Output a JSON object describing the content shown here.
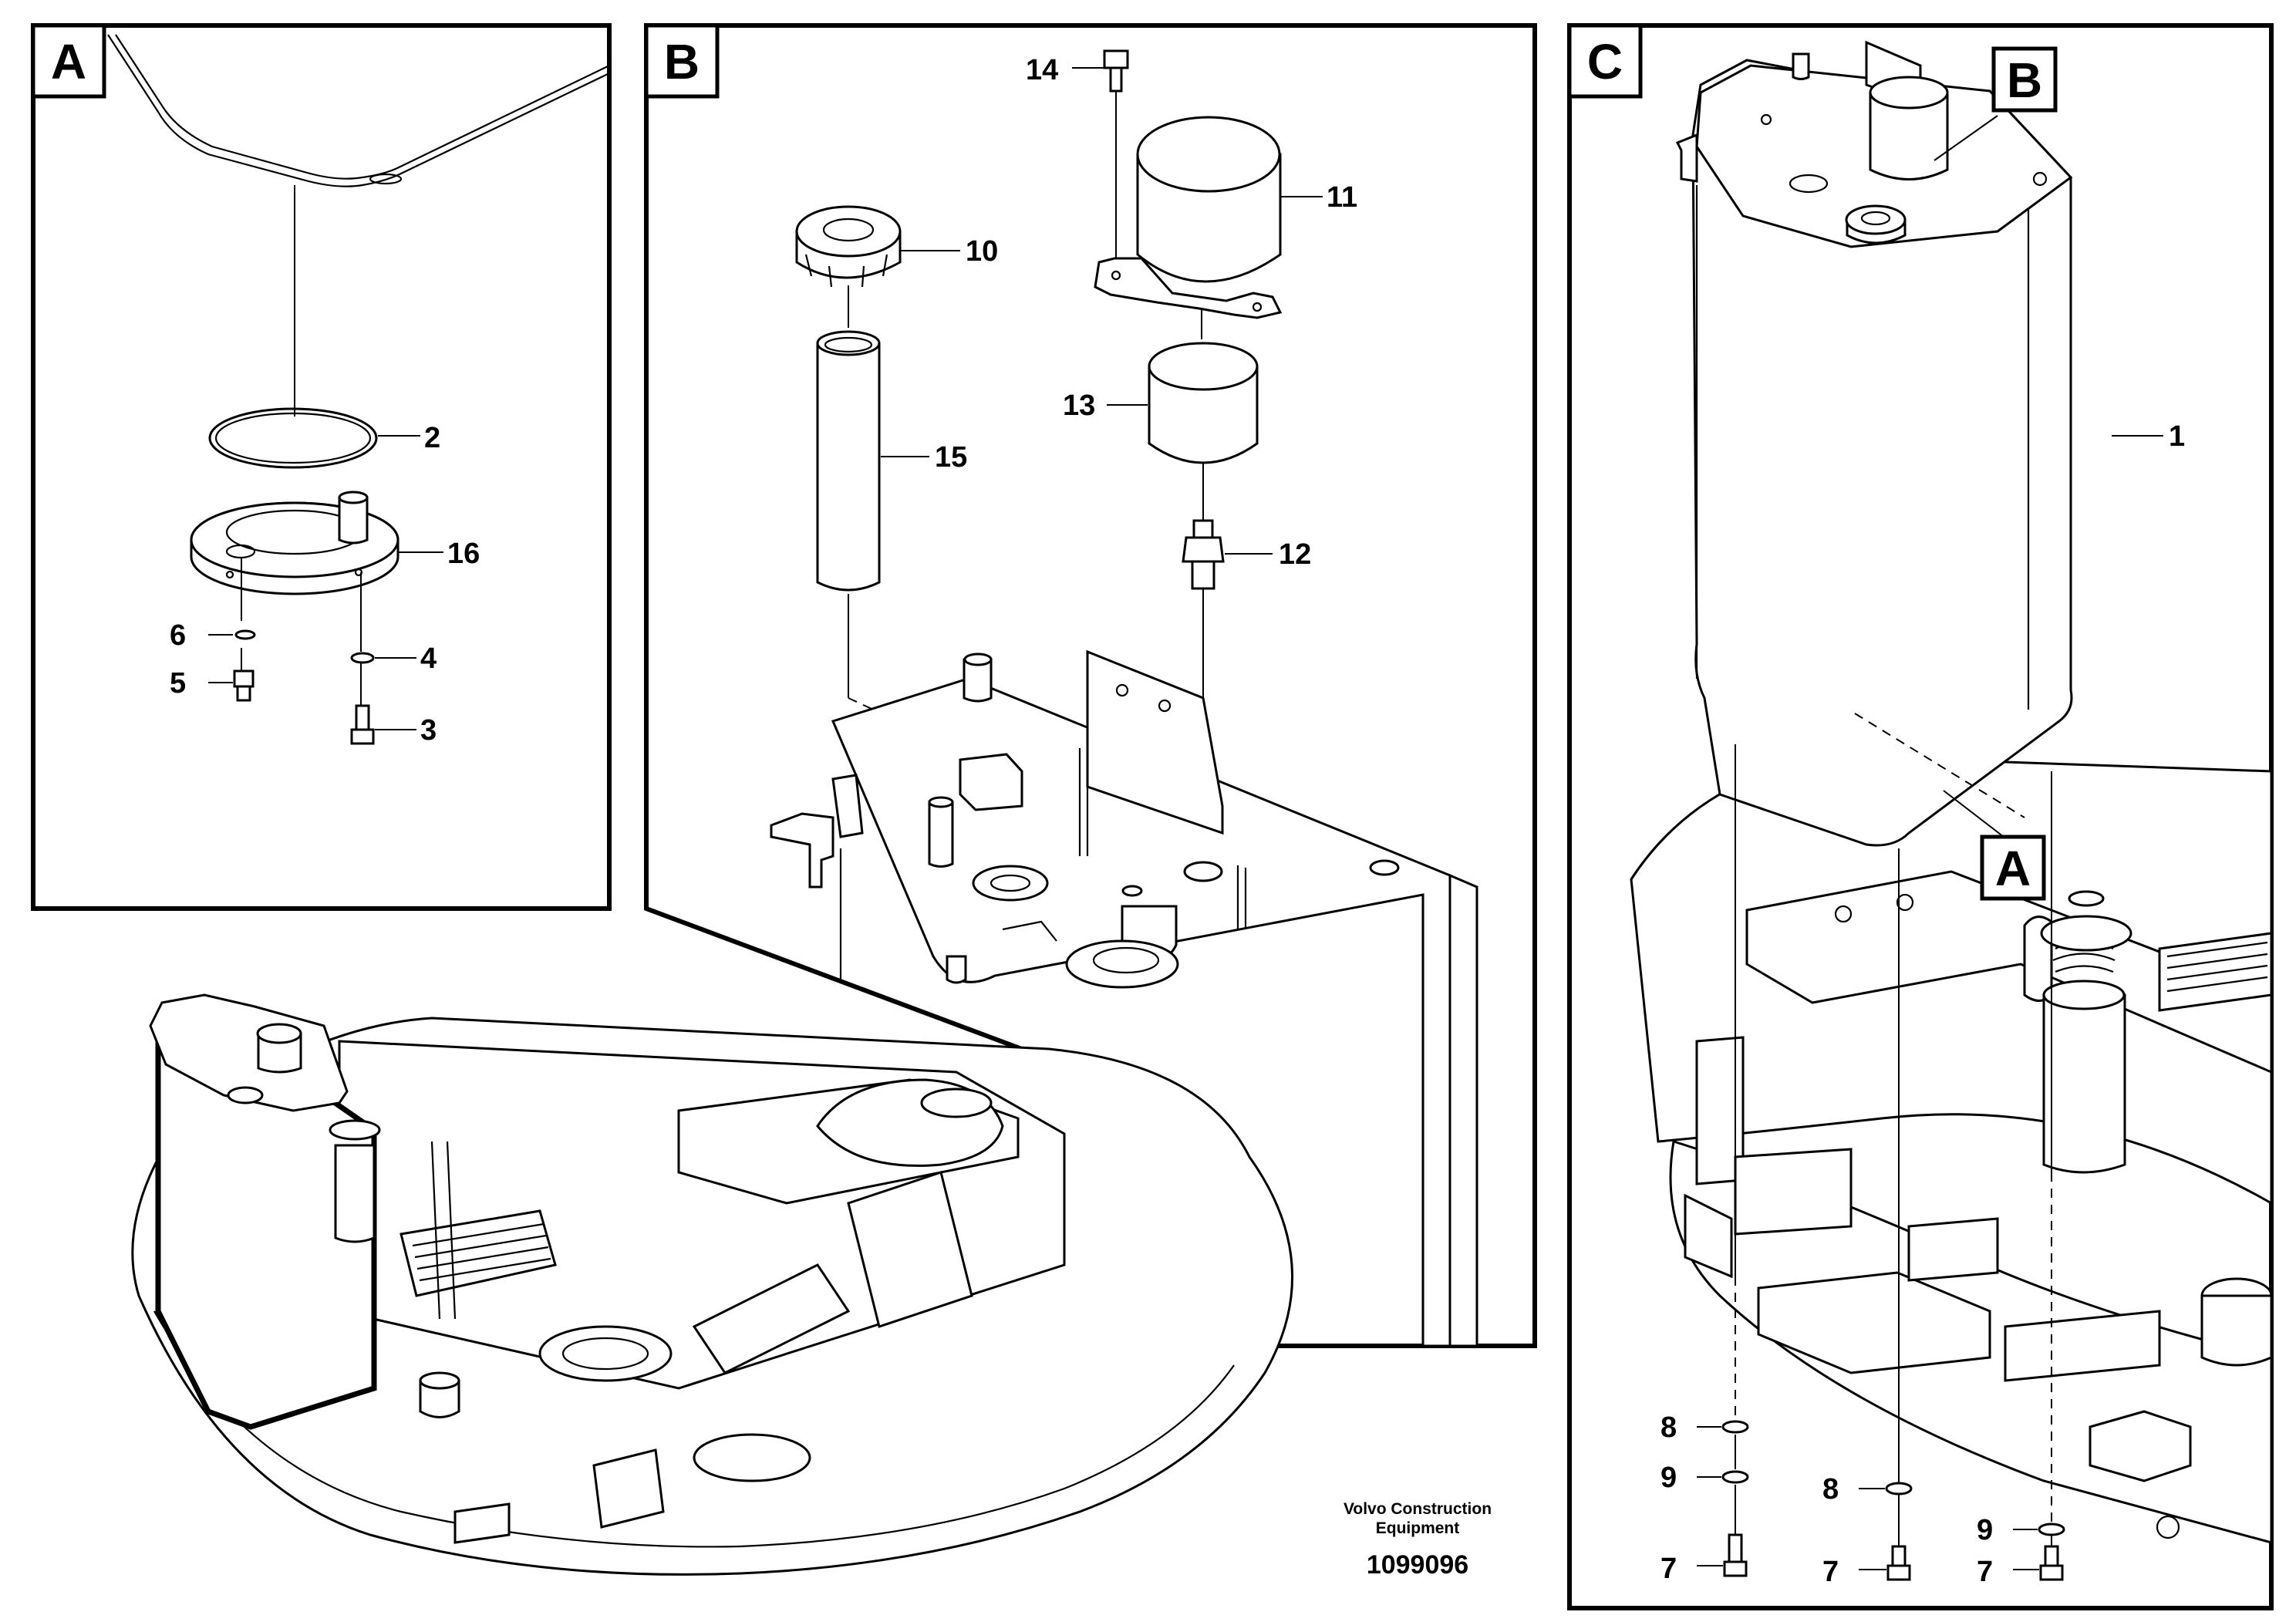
{
  "panels": {
    "a": "A",
    "b": "B",
    "c": "C"
  },
  "callouts": {
    "b_in_c": "B",
    "a_in_c": "A"
  },
  "part_labels": {
    "a": [
      "2",
      "16",
      "6",
      "4",
      "5",
      "3"
    ],
    "b": [
      "14",
      "11",
      "10",
      "13",
      "15",
      "12"
    ],
    "c": [
      "1",
      "8",
      "9",
      "8",
      "9",
      "7",
      "7",
      "7"
    ]
  },
  "footer": {
    "company_line1": "Volvo Construction",
    "company_line2": "Equipment",
    "document_number": "1099096"
  }
}
